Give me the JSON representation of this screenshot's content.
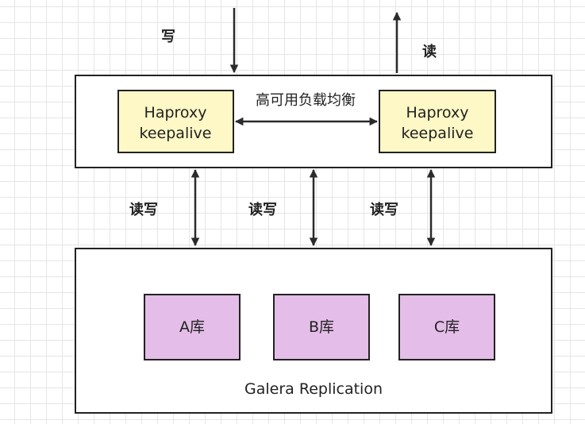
{
  "labels": {
    "write": "写",
    "read": "读",
    "read_write": "读写",
    "ha_lb": "高可用负载均衡",
    "galera": "Galera Replication"
  },
  "proxies": [
    {
      "line1": "Haproxy",
      "line2": "keepalive"
    },
    {
      "line1": "Haproxy",
      "line2": "keepalive"
    }
  ],
  "databases": [
    {
      "label": "A库"
    },
    {
      "label": "B库"
    },
    {
      "label": "C库"
    }
  ],
  "colors": {
    "proxy_fill": "#fdf8c6",
    "db_fill": "#e4bde8",
    "stroke": "#222222"
  }
}
